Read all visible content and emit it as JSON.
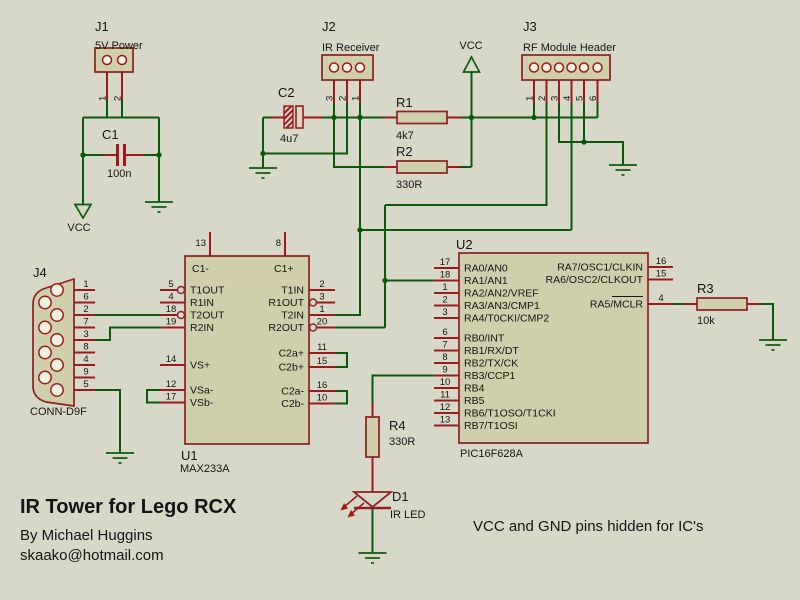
{
  "title_block": {
    "title": "IR Tower for Lego RCX",
    "author": "By Michael Huggins",
    "email": "skaako@hotmail.com",
    "note": "VCC and GND pins hidden for IC's"
  },
  "power": {
    "vcc_label": "VCC"
  },
  "colors": {
    "background": "#d8d8c8",
    "wire_green": "#0b5a0b",
    "component_outline": "#8c2022",
    "component_fill": "#cfcfab",
    "lead_red": "#9e1a1a",
    "text": "#141414"
  },
  "parts": {
    "j1": {
      "ref": "J1",
      "desc": "5V Power",
      "pins": [
        "1",
        "2"
      ]
    },
    "j2": {
      "ref": "J2",
      "desc": "IR Receiver",
      "pins": [
        "3",
        "2",
        "1"
      ]
    },
    "j3": {
      "ref": "J3",
      "desc": "RF Module Header",
      "pins": [
        "1",
        "2",
        "3",
        "4",
        "5",
        "6"
      ]
    },
    "j4": {
      "ref": "J4",
      "desc": "CONN-D9F",
      "pins": [
        "1",
        "6",
        "2",
        "7",
        "3",
        "8",
        "4",
        "9",
        "5"
      ]
    },
    "c1": {
      "ref": "C1",
      "value": "100n"
    },
    "c2": {
      "ref": "C2",
      "value": "4u7"
    },
    "r1": {
      "ref": "R1",
      "value": "4k7"
    },
    "r2": {
      "ref": "R2",
      "value": "330R"
    },
    "r3": {
      "ref": "R3",
      "value": "10k"
    },
    "r4": {
      "ref": "R4",
      "value": "330R"
    },
    "d1": {
      "ref": "D1",
      "value": "IR LED"
    },
    "u1": {
      "ref": "U1",
      "part": "MAX233A",
      "top_pins": [
        {
          "num": "13",
          "name": "C1-"
        },
        {
          "num": "8",
          "name": "C1+"
        }
      ],
      "left_pins": [
        {
          "num": "5",
          "name": "T1OUT"
        },
        {
          "num": "4",
          "name": "R1IN"
        },
        {
          "num": "18",
          "name": "T2OUT"
        },
        {
          "num": "19",
          "name": "R2IN"
        },
        {
          "num": "14",
          "name": "VS+"
        },
        {
          "num": "12",
          "name": "VSa-"
        },
        {
          "num": "17",
          "name": "VSb-"
        }
      ],
      "right_pins": [
        {
          "num": "2",
          "name": "T1IN"
        },
        {
          "num": "3",
          "name": "R1OUT"
        },
        {
          "num": "1",
          "name": "T2IN"
        },
        {
          "num": "20",
          "name": "R2OUT"
        },
        {
          "num": "11",
          "name": "C2a+"
        },
        {
          "num": "15",
          "name": "C2b+"
        },
        {
          "num": "16",
          "name": "C2a-"
        },
        {
          "num": "10",
          "name": "C2b-"
        }
      ]
    },
    "u2": {
      "ref": "U2",
      "part": "PIC16F628A",
      "left_pins": [
        {
          "num": "17",
          "name": "RA0/AN0"
        },
        {
          "num": "18",
          "name": "RA1/AN1"
        },
        {
          "num": "1",
          "name": "RA2/AN2/VREF"
        },
        {
          "num": "2",
          "name": "RA3/AN3/CMP1"
        },
        {
          "num": "3",
          "name": "RA4/T0CKI/CMP2"
        },
        {
          "num": "6",
          "name": "RB0/INT"
        },
        {
          "num": "7",
          "name": "RB1/RX/DT"
        },
        {
          "num": "8",
          "name": "RB2/TX/CK"
        },
        {
          "num": "9",
          "name": "RB3/CCP1"
        },
        {
          "num": "10",
          "name": "RB4"
        },
        {
          "num": "11",
          "name": "RB5"
        },
        {
          "num": "12",
          "name": "RB6/T1OSO/T1CKI"
        },
        {
          "num": "13",
          "name": "RB7/T1OSI"
        }
      ],
      "right_pins": [
        {
          "num": "16",
          "name": "RA7/OSC1/CLKIN"
        },
        {
          "num": "15",
          "name": "RA6/OSC2/CLKOUT"
        },
        {
          "num": "4",
          "name": "RA5/MCLR"
        }
      ]
    }
  }
}
